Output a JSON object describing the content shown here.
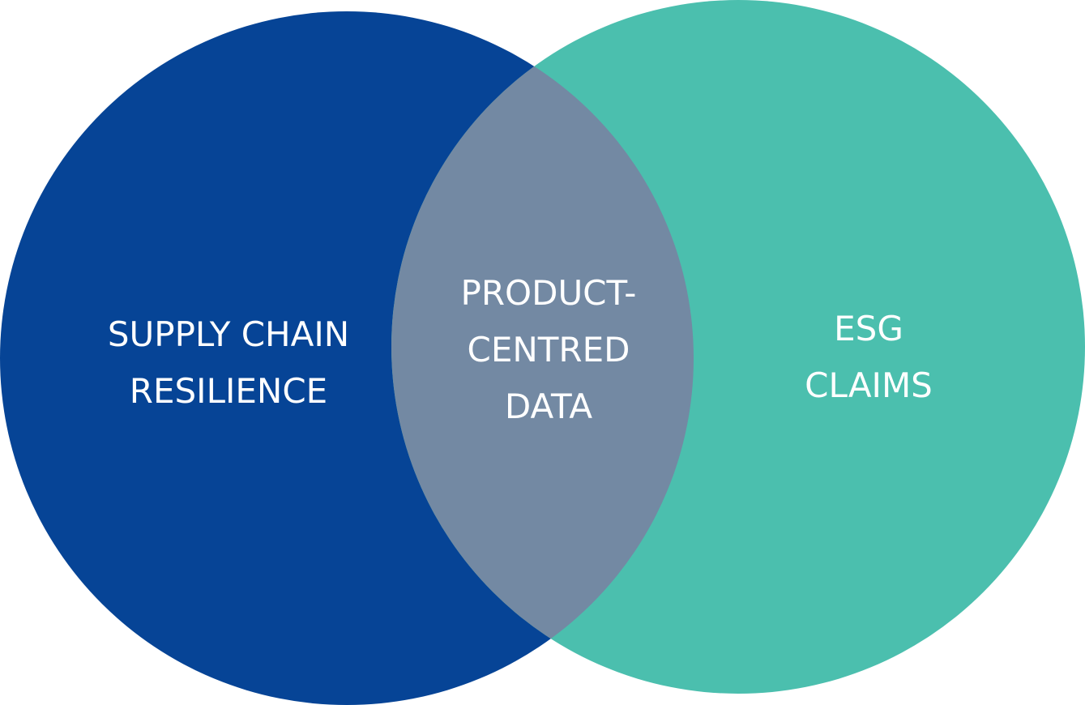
{
  "diagram": {
    "type": "venn",
    "sets": [
      {
        "id": "left",
        "label_lines": [
          "SUPPLY CHAIN",
          "RESILIENCE"
        ],
        "color": "#064496"
      },
      {
        "id": "right",
        "label_lines": [
          "ESG",
          "CLAIMS"
        ],
        "color": "#4BBFAE"
      }
    ],
    "intersection": {
      "label_lines": [
        "PRODUCT-",
        "CENTRED",
        "DATA"
      ],
      "color": "#7389A3"
    },
    "label_color": "#FFFFFF",
    "background": "#FFFFFF"
  }
}
